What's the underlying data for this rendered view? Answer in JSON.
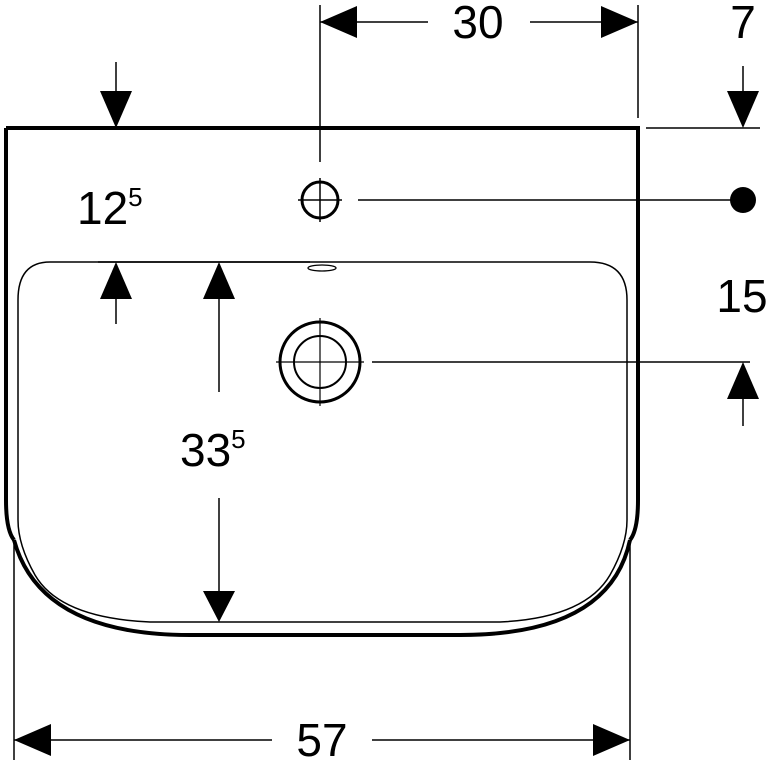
{
  "colors": {
    "line": "#000000",
    "background": "#ffffff"
  },
  "dimensions": {
    "tap_hole_offset": {
      "value": "30"
    },
    "top_to_tap_hole": {
      "value": "7"
    },
    "rim_to_bowl": {
      "value": "12",
      "superscript": "5"
    },
    "tap_to_overflow": {
      "value": "15"
    },
    "bowl_depth": {
      "value": "33",
      "superscript": "5"
    },
    "overall_width": {
      "value": "57"
    }
  }
}
